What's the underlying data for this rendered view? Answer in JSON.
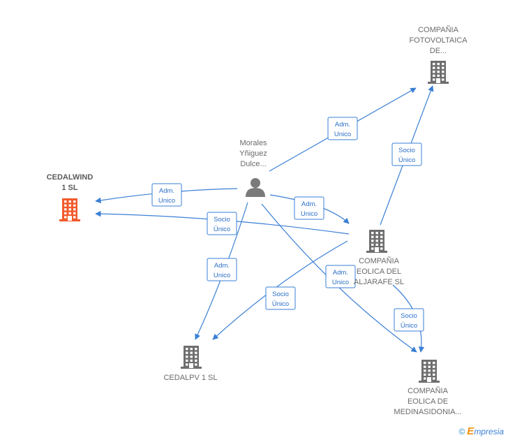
{
  "nodes": {
    "person": {
      "lines": [
        "Morales",
        "Yñiguez",
        "Dulce..."
      ],
      "kind": "person"
    },
    "cedalwind": {
      "lines": [
        "CEDALWIND",
        "1  SL"
      ],
      "kind": "company-focus"
    },
    "fotovoltaica": {
      "lines": [
        "COMPAÑIA",
        "FOTOVOLTAICA",
        "DE..."
      ],
      "kind": "company"
    },
    "aljarafe": {
      "lines": [
        "COMPAÑIA",
        "EOLICA DEL",
        "ALJARAFE  SL"
      ],
      "kind": "company"
    },
    "cedalpv": {
      "lines": [
        "CEDALPV 1  SL"
      ],
      "kind": "company"
    },
    "medinasidonia": {
      "lines": [
        "COMPAÑIA",
        "EOLICA DE",
        "MEDINASIDONIA..."
      ],
      "kind": "company"
    }
  },
  "edges": [
    {
      "from": "person",
      "to": "fotovoltaica",
      "label": [
        "Adm.",
        "Unico"
      ]
    },
    {
      "from": "person",
      "to": "cedalwind",
      "label": [
        "Adm.",
        "Unico"
      ]
    },
    {
      "from": "person",
      "to": "aljarafe",
      "label": [
        "Adm.",
        "Unico"
      ]
    },
    {
      "from": "person",
      "to": "cedalpv",
      "label": [
        "Adm.",
        "Unico"
      ]
    },
    {
      "from": "person",
      "to": "medinasidonia",
      "label": [
        "Adm.",
        "Unico"
      ]
    },
    {
      "from": "aljarafe",
      "to": "fotovoltaica",
      "label": [
        "Socio",
        "Único"
      ]
    },
    {
      "from": "aljarafe",
      "to": "cedalwind",
      "label": [
        "Socio",
        "Único"
      ]
    },
    {
      "from": "aljarafe",
      "to": "cedalpv",
      "label": [
        "Socio",
        "Único"
      ]
    },
    {
      "from": "aljarafe",
      "to": "medinasidonia",
      "label": [
        "Socio",
        "Único"
      ]
    }
  ],
  "colors": {
    "edge": "#3a7fd5",
    "company_icon": "#6e6e6e",
    "focus_icon": "#f2592a",
    "person_icon": "#7a7a7a"
  },
  "brand": {
    "copyright": "©",
    "name_initial": "E",
    "name_rest": "mpresia"
  }
}
